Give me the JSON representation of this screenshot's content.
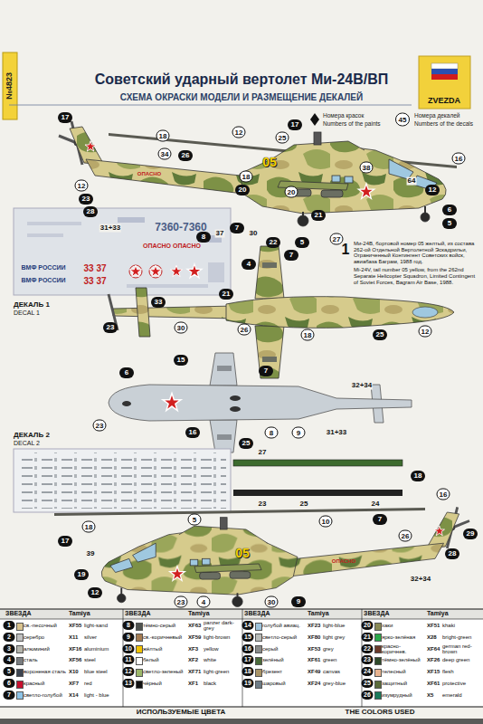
{
  "diagram": {
    "title": "Советский ударный вертолет Ми-24В/ВП",
    "labels": [
      "№4823",
      "ZVEZDA",
      "СХЕМА ОКРАСКИ МОДЕЛИ И РАЗМЕЩЕНИЕ ДЕКАЛЕЙ",
      "Номера красок",
      "Numbers of the paints",
      "45",
      "Номера декалей",
      "Numbers of the decals",
      "1",
      "Ми-24В, бортовой номер 05 желтый, из состава 262-ой Отдельной Вертолетной Эскадрильи, Ограниченный Контингент Советских войск, авиабаза Баграм, 1988 год.",
      "Mi-24V, tail number 05 yellow, from the 262nd Separate Helicopter Squadron, Limited Contingent of Soviet Forces, Bagram Air Base, 1988.",
      "ДЕКАЛЬ 1",
      "DECAL 1",
      "ДЕКАЛЬ 2",
      "DECAL 2",
      "ИСПОЛЬЗУЕМЫЕ ЦВЕТА",
      "THE COLORS USED",
      "7360-7360",
      "ОПАСНО ОПАСНО",
      "ВМФ РОССИИ",
      "ВМФ РОССИИ",
      "33 37",
      "33 37",
      "05",
      "ОПАСНО",
      "05",
      "ОПАСНО",
      "17",
      "12",
      "23",
      "28",
      "31+33",
      "18",
      "34",
      "26",
      "12",
      "17",
      "25",
      "18",
      "20",
      "7",
      "37",
      "30",
      "8",
      "20",
      "21",
      "38",
      "64",
      "12",
      "6",
      "5",
      "16",
      "27",
      "22",
      "5",
      "23",
      "33",
      "30",
      "21",
      "4",
      "26",
      "7",
      "18",
      "25",
      "12",
      "15",
      "7",
      "8",
      "9",
      "25",
      "16",
      "6",
      "32+34",
      "31+33",
      "23",
      "27",
      "23",
      "25",
      "24",
      "18",
      "16",
      "28",
      "29",
      "26",
      "32+34",
      "5",
      "4",
      "30",
      "9",
      "23",
      "12",
      "19",
      "39",
      "17",
      "18",
      "10",
      "7",
      "ЗВЕЗДА",
      "Tamiya",
      "ЗВЕЗДА",
      "Tamiya",
      "ЗВЕЗДА",
      "Tamiya",
      "ЗВЕЗДА",
      "Tamiya",
      "1",
      "XF55",
      "light-sand",
      "2",
      "X11",
      "silver",
      "3",
      "XF16",
      "aluminium",
      "4",
      "XF56",
      "steel",
      "5",
      "X10",
      "blue steel",
      "6",
      "XF7",
      "red",
      "7",
      "X14",
      "light - blue",
      "8",
      "XF63",
      "panzer dark- grey",
      "9",
      "XF59",
      "light-brown",
      "10",
      "XF3",
      "yellow",
      "11",
      "XF2",
      "white",
      "12",
      "XF71",
      "light-green",
      "13",
      "XF1",
      "black",
      "14",
      "XF23",
      "light-blue",
      "15",
      "XF80",
      "light grey",
      "16",
      "XF53",
      "grey",
      "17",
      "XF61",
      "green",
      "18",
      "XF49",
      "canvas",
      "19",
      "XF24",
      "grey-blue",
      "20",
      "XF51",
      "khaki",
      "21",
      "X28",
      "bright-green",
      "22",
      "XF64",
      "german red-brown",
      "23",
      "XF26",
      "deep green",
      "24",
      "XF15",
      "flesh",
      "25",
      "XF61",
      "protective",
      "26",
      "X5",
      "emerald"
    ],
    "legend": [
      {
        "text": "св.-песочный",
        "color": "#d9c38e"
      },
      {
        "text": "серебро",
        "color": "#c0c0c0"
      },
      {
        "text": "алюминий",
        "color": "#b5b5ad"
      },
      {
        "text": "сталь",
        "color": "#7a7d80"
      },
      {
        "text": "вороненая сталь",
        "color": "#3d4450"
      },
      {
        "text": "красный",
        "color": "#c8102e"
      },
      {
        "text": "светло-голубой",
        "color": "#8ec3e6"
      },
      {
        "text": "тёмно-серый",
        "color": "#4f5350"
      },
      {
        "text": "св.-коричневый",
        "color": "#a57c52"
      },
      {
        "text": "жёлтый",
        "color": "#f2c300"
      },
      {
        "text": "белый",
        "color": "#ffffff"
      },
      {
        "text": "светло-зеленый",
        "color": "#9cb86a"
      },
      {
        "text": "чёрный",
        "color": "#111111"
      },
      {
        "text": "голубой авиац.",
        "color": "#9fc4dc"
      },
      {
        "text": "светло-серый",
        "color": "#b9bcb8"
      },
      {
        "text": "серый",
        "color": "#8a8c8a"
      },
      {
        "text": "зелёный",
        "color": "#4b6b3a"
      },
      {
        "text": "брезент",
        "color": "#a99466"
      },
      {
        "text": "шаровый",
        "color": "#6e7c86"
      },
      {
        "text": "хаки",
        "color": "#8a8a55"
      },
      {
        "text": "ярко-зелёная",
        "color": "#2aa84a"
      },
      {
        "text": "красно-коричнев.",
        "color": "#6b3a2a"
      },
      {
        "text": "тёмно-зелёный",
        "color": "#2f4a2a"
      },
      {
        "text": "телесный",
        "color": "#e8b38f"
      },
      {
        "text": "защитный",
        "color": "#5b6b3a"
      },
      {
        "text": "изумрудный",
        "color": "#1b7a5a"
      }
    ]
  }
}
